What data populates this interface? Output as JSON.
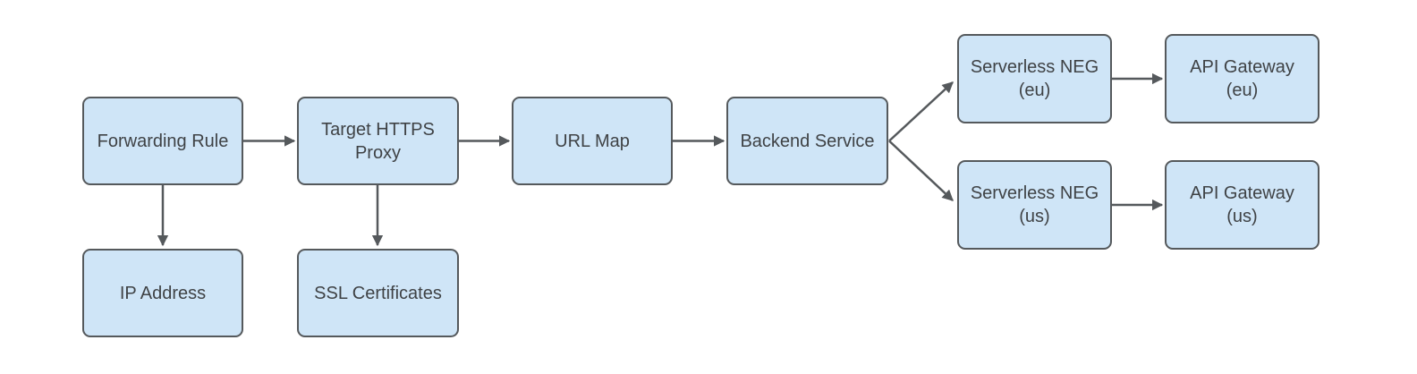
{
  "diagram": {
    "type": "flowchart",
    "title": "",
    "nodes": [
      {
        "id": "forwarding-rule",
        "label": "Forwarding Rule",
        "lines": [
          "Forwarding Rule"
        ]
      },
      {
        "id": "target-https-proxy",
        "label": "Target HTTPS Proxy",
        "lines": [
          "Target HTTPS",
          "Proxy"
        ]
      },
      {
        "id": "url-map",
        "label": "URL Map",
        "lines": [
          "URL Map"
        ]
      },
      {
        "id": "backend-service",
        "label": "Backend Service",
        "lines": [
          "Backend Service"
        ]
      },
      {
        "id": "serverless-neg-eu",
        "label": "Serverless NEG (eu)",
        "lines": [
          "Serverless NEG",
          "(eu)"
        ]
      },
      {
        "id": "api-gateway-eu",
        "label": "API Gateway (eu)",
        "lines": [
          "API Gateway",
          "(eu)"
        ]
      },
      {
        "id": "serverless-neg-us",
        "label": "Serverless NEG (us)",
        "lines": [
          "Serverless NEG",
          "(us)"
        ]
      },
      {
        "id": "api-gateway-us",
        "label": "API Gateway (us)",
        "lines": [
          "API Gateway",
          "(us)"
        ]
      },
      {
        "id": "ip-address",
        "label": "IP Address",
        "lines": [
          "IP Address"
        ]
      },
      {
        "id": "ssl-certificates",
        "label": "SSL Certificates",
        "lines": [
          "SSL Certificates"
        ]
      }
    ],
    "edges": [
      {
        "from": "forwarding-rule",
        "to": "target-https-proxy",
        "direction": "right"
      },
      {
        "from": "target-https-proxy",
        "to": "url-map",
        "direction": "right"
      },
      {
        "from": "url-map",
        "to": "backend-service",
        "direction": "right"
      },
      {
        "from": "backend-service",
        "to": "serverless-neg-eu",
        "direction": "up-right"
      },
      {
        "from": "backend-service",
        "to": "serverless-neg-us",
        "direction": "down-right"
      },
      {
        "from": "serverless-neg-eu",
        "to": "api-gateway-eu",
        "direction": "right"
      },
      {
        "from": "serverless-neg-us",
        "to": "api-gateway-us",
        "direction": "right"
      },
      {
        "from": "forwarding-rule",
        "to": "ip-address",
        "direction": "down"
      },
      {
        "from": "target-https-proxy",
        "to": "ssl-certificates",
        "direction": "down"
      }
    ],
    "colors": {
      "node_fill": "#cfe5f7",
      "node_border": "#55595c",
      "arrow": "#55595c",
      "text": "#3f4245",
      "background": "#ffffff"
    }
  }
}
